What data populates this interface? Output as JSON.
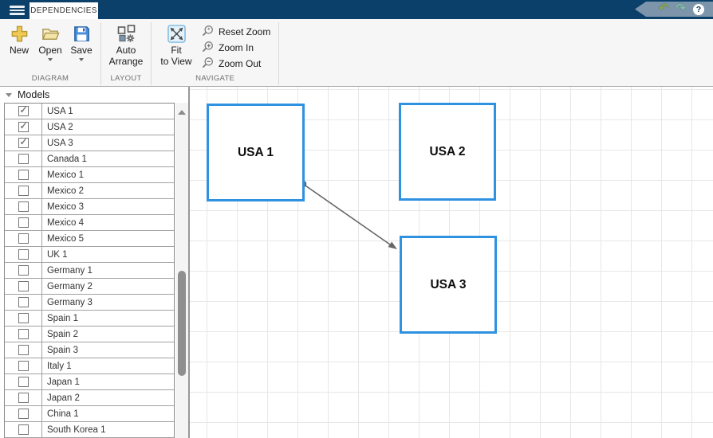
{
  "titlebar": {
    "tab_label": "DEPENDENCIES",
    "help_label": "?"
  },
  "toolbar": {
    "diagram": {
      "label": "DIAGRAM",
      "new_label": "New",
      "open_label": "Open",
      "save_label": "Save"
    },
    "layout": {
      "label": "LAYOUT",
      "auto_arrange_line1": "Auto",
      "auto_arrange_line2": "Arrange"
    },
    "navigate": {
      "label": "NAVIGATE",
      "fit_line1": "Fit",
      "fit_line2": "to View",
      "reset_zoom_label": "Reset Zoom",
      "zoom_in_label": "Zoom In",
      "zoom_out_label": "Zoom Out"
    }
  },
  "sidebar": {
    "header": "Models",
    "models": [
      {
        "name": "USA 1",
        "checked": true
      },
      {
        "name": "USA 2",
        "checked": true
      },
      {
        "name": "USA 3",
        "checked": true
      },
      {
        "name": "Canada 1",
        "checked": false
      },
      {
        "name": "Mexico 1",
        "checked": false
      },
      {
        "name": "Mexico 2",
        "checked": false
      },
      {
        "name": "Mexico 3",
        "checked": false
      },
      {
        "name": "Mexico 4",
        "checked": false
      },
      {
        "name": "Mexico 5",
        "checked": false
      },
      {
        "name": "UK 1",
        "checked": false
      },
      {
        "name": "Germany 1",
        "checked": false
      },
      {
        "name": "Germany 2",
        "checked": false
      },
      {
        "name": "Germany 3",
        "checked": false
      },
      {
        "name": "Spain 1",
        "checked": false
      },
      {
        "name": "Spain 2",
        "checked": false
      },
      {
        "name": "Spain 3",
        "checked": false
      },
      {
        "name": "Italy 1",
        "checked": false
      },
      {
        "name": "Japan 1",
        "checked": false
      },
      {
        "name": "Japan 2",
        "checked": false
      },
      {
        "name": "China 1",
        "checked": false
      },
      {
        "name": "South Korea 1",
        "checked": false
      }
    ]
  },
  "canvas": {
    "nodes": [
      {
        "label": "USA 1"
      },
      {
        "label": "USA 2"
      },
      {
        "label": "USA 3"
      }
    ],
    "edges": [
      {
        "from": "USA 1",
        "to": "USA 3"
      }
    ]
  },
  "colors": {
    "titlebar_bg": "#0a4069",
    "quick_access_bg": "#7d95aa",
    "node_border": "#2e92e0",
    "grid_line": "#e7e7e7",
    "toolbar_bg": "#f6f6f6"
  }
}
